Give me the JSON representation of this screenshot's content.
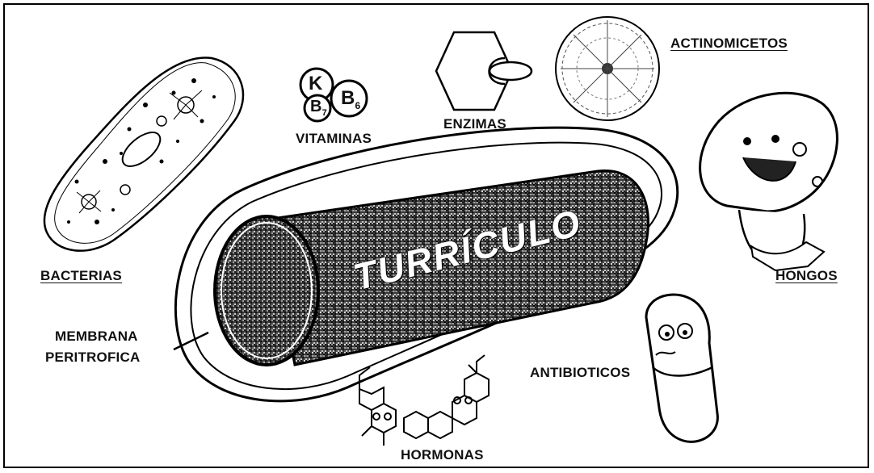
{
  "title": "TURRÍCULO",
  "labels": {
    "bacterias": "BACTERIAS",
    "vitaminas": "VITAMINAS",
    "vit_k": "K",
    "vit_b": "B",
    "vit_b6_sub": "6",
    "vit_b7_sub": "7",
    "enzimas": "ENZIMAS",
    "actinomicetos": "ACTINOMICETOS",
    "hongos": "HONGOS",
    "antibioticos": "ANTIBIOTICOS",
    "membrana_line1": "MEMBRANA",
    "membrana_line2": "PERITROFICA",
    "hormonas": "HORMONAS"
  },
  "colors": {
    "ink": "#111111",
    "background": "#ffffff",
    "texture_dark": "#1e1e1e",
    "texture_light": "#9a9a9a"
  }
}
